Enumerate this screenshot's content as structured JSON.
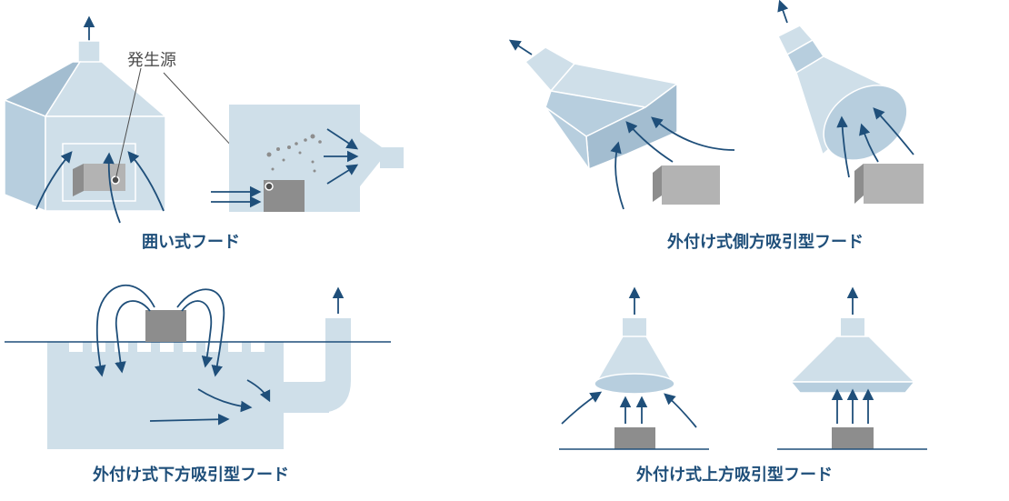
{
  "labels": {
    "source": "発生源"
  },
  "captions": {
    "enclosed": "囲い式フード",
    "side": "外付け式側方吸引型フード",
    "down": "外付け式下方吸引型フード",
    "up": "外付け式上方吸引型フード"
  },
  "colors": {
    "hood_light": "#cfdfe9",
    "hood_mid": "#b7cede",
    "hood_dark": "#a3bdd0",
    "source_dark": "#8d8d8d",
    "source_mid": "#b3b3b3",
    "arrow": "#1f4f7a",
    "caption": "#1f4f7a"
  }
}
